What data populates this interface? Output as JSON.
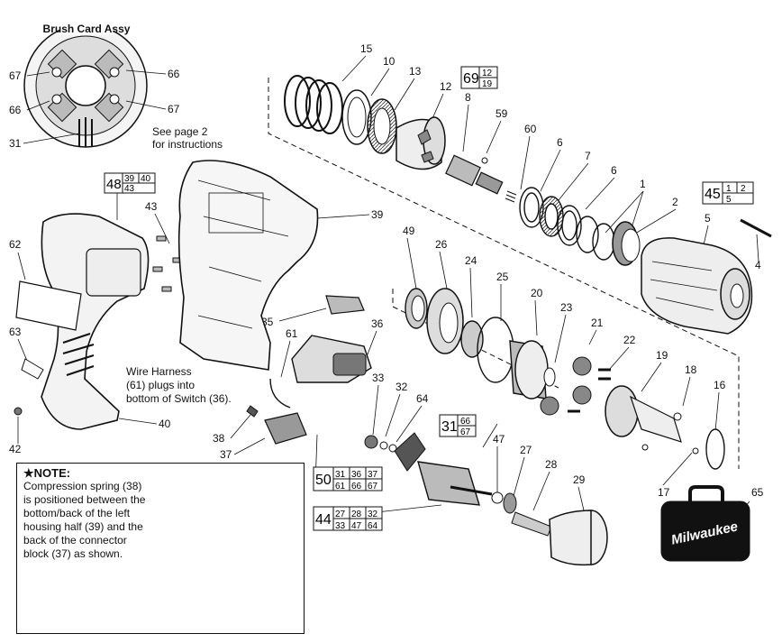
{
  "brush_card": {
    "title": "Brush Card Assy",
    "labels": [
      "67",
      "66",
      "66",
      "67",
      "31"
    ]
  },
  "see_page": {
    "line1": "See page 2",
    "line2": "for instructions"
  },
  "wire_harness": {
    "line1": "Wire Harness",
    "line2": "(61) plugs into",
    "line3": "bottom of Switch (36)."
  },
  "note": {
    "star": "★",
    "title": "NOTE:",
    "lines": [
      "Compression spring (38)",
      "is positioned between the",
      "bottom/back of the left",
      "housing half (39) and the",
      "back of the connector",
      "block (37) as shown."
    ],
    "callouts": [
      "39",
      "37",
      "38"
    ]
  },
  "logo": {
    "text": "Milwaukee"
  },
  "kits": {
    "k69": {
      "main": "69",
      "sub": [
        "12",
        "19"
      ]
    },
    "k48": {
      "main": "48",
      "sub": [
        "39",
        "40",
        "43"
      ]
    },
    "k45": {
      "main": "45",
      "sub": [
        "1",
        "2",
        "5"
      ]
    },
    "k31": {
      "main": "31",
      "sub": [
        "66",
        "67"
      ]
    },
    "k50": {
      "main": "50",
      "sub": [
        "31",
        "36",
        "37",
        "61",
        "66",
        "67"
      ]
    },
    "k44": {
      "main": "44",
      "sub": [
        "27",
        "28",
        "32",
        "33",
        "47",
        "64"
      ]
    }
  },
  "parts": [
    "15",
    "10",
    "13",
    "12",
    "8",
    "59",
    "60",
    "6",
    "7",
    "6",
    "1",
    "2",
    "5",
    "4",
    "39",
    "43",
    "62",
    "63",
    "42",
    "40",
    "35",
    "36",
    "61",
    "38",
    "37",
    "49",
    "26",
    "24",
    "25",
    "20",
    "23",
    "21",
    "22",
    "19",
    "18",
    "16",
    "17",
    "33",
    "32",
    "64",
    "47",
    "27",
    "28",
    "29",
    "65"
  ]
}
